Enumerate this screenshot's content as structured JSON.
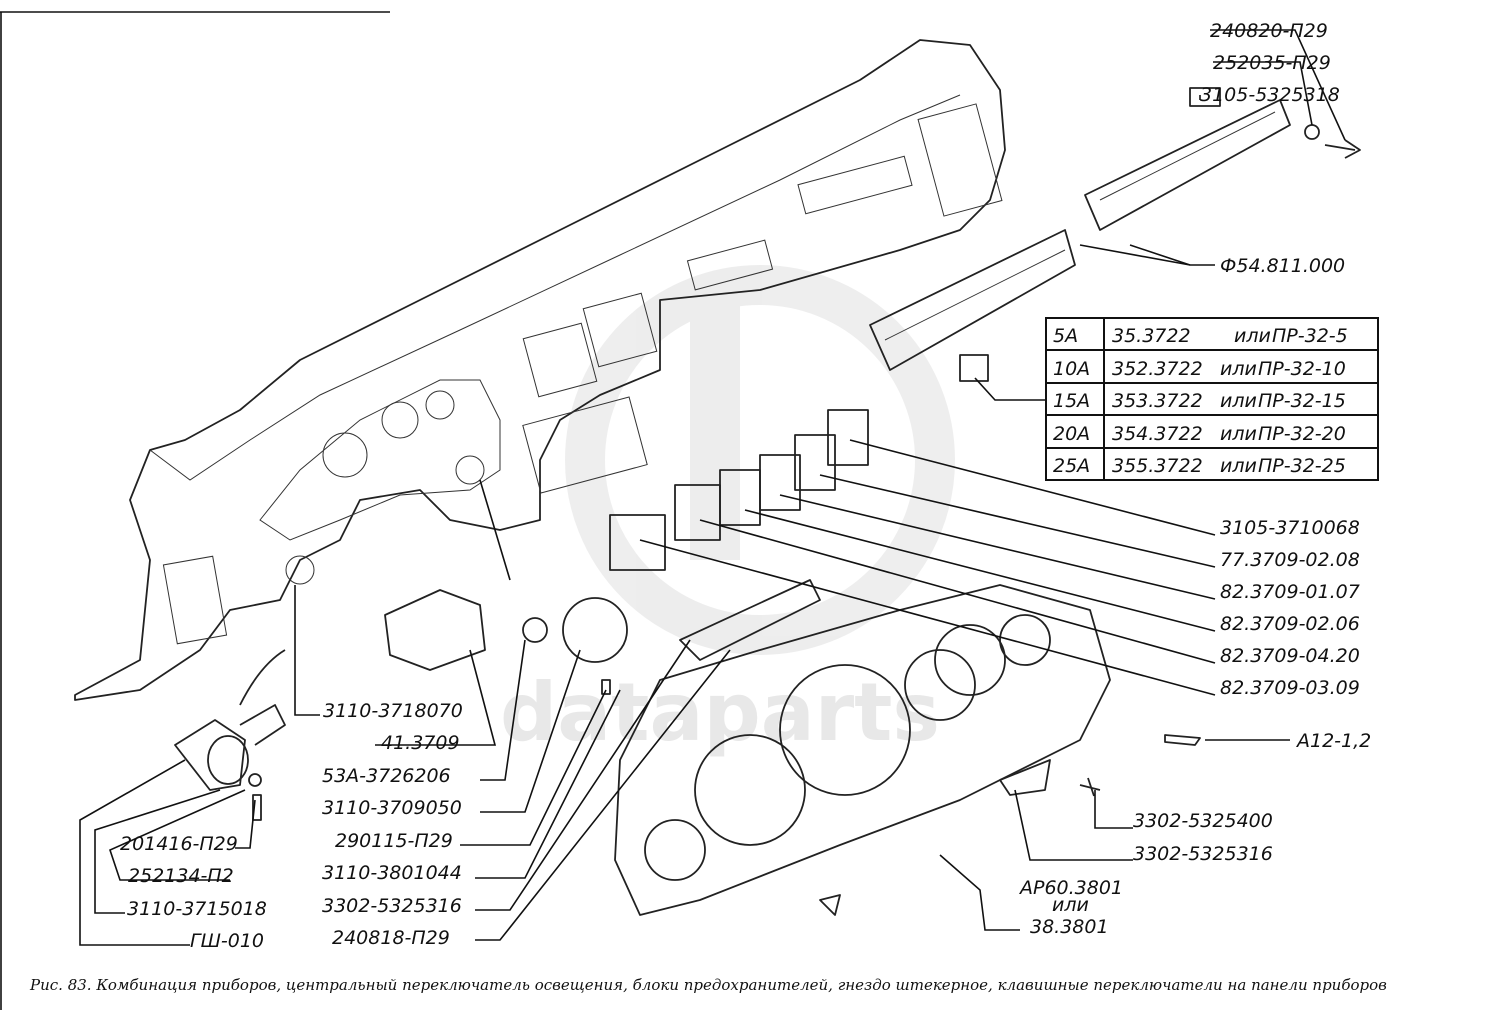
{
  "watermark": {
    "logo": "gb",
    "text": "dataparts"
  },
  "caption": "Рис. 83. Комбинация приборов, центральный переключатель освещения, блоки предохранителей, гнездо штекерное, клавишные переключатели на панели приборов",
  "labels_right": {
    "l240820": "240820-П29",
    "l252035": "252035-П29",
    "l3105_5325318": "3105-5325318",
    "f54": "Ф54.811.000",
    "s3105_3710068": "3105-3710068",
    "s77_0208": "77.3709-02.08",
    "s82_0107": "82.3709-01.07",
    "s82_0206": "82.3709-02.06",
    "s82_0420": "82.3709-04.20",
    "s82_0309": "82.3709-03.09",
    "a12": "A12-1,2",
    "b3302_5325400": "3302-5325400",
    "b3302_5325316": "3302-5325316",
    "ap60": "АР60.3801",
    "ili": "или",
    "c38": "38.3801"
  },
  "labels_left": {
    "l3110_3718070": "3110-3718070",
    "l41_3709": "41.3709",
    "l53a": "53А-3726206",
    "l3110_3709050": "3110-3709050",
    "l290115": "290115-П29",
    "l3110_3801044": "3110-3801044",
    "l3302_5325316": "3302-5325316",
    "l240818": "240818-П29",
    "l201416": "201416-П29",
    "l252134": "252134-П2",
    "l3110_3715018": "3110-3715018",
    "gsh": "ГШ-010"
  },
  "fuse_table": {
    "or_word": "или",
    "rows": [
      {
        "rating": "5А",
        "part": "35.3722",
        "alt": "ПР-32-5"
      },
      {
        "rating": "10А",
        "part": "352.3722",
        "alt": "ПР-32-10"
      },
      {
        "rating": "15А",
        "part": "353.3722",
        "alt": "ПР-32-15"
      },
      {
        "rating": "20А",
        "part": "354.3722",
        "alt": "ПР-32-20"
      },
      {
        "rating": "25А",
        "part": "355.3722",
        "alt": "ПР-32-25"
      }
    ]
  }
}
